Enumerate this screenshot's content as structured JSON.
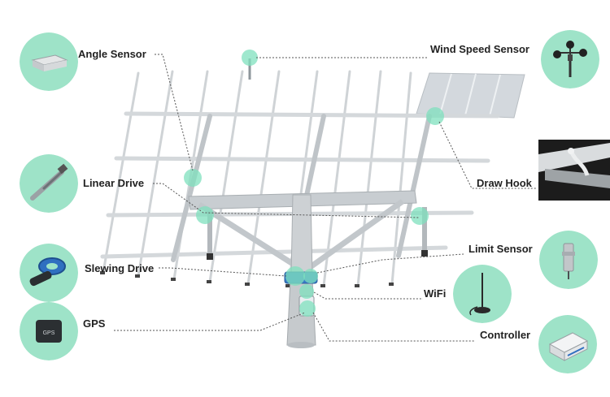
{
  "labels": {
    "angle_sensor": "Angle Sensor",
    "wind_speed_sensor": "Wind Speed Sensor",
    "linear_drive": "Linear Drive",
    "draw_hook": "Draw Hook",
    "slewing_drive": "Slewing Drive",
    "limit_sensor": "Limit Sensor",
    "wifi": "WiFi",
    "gps": "GPS",
    "controller": "Controller"
  },
  "gps_device_text": "GPS",
  "colors": {
    "bubble": "#9ee3c8",
    "highlight": "#7fe0bd",
    "structure": "#c9cdd0",
    "structure_dark": "#9aa0a4",
    "leader": "#555555",
    "panel": "#d5dadf"
  },
  "icons": {
    "angle_sensor": "angle-sensor-device-icon",
    "wind_speed_sensor": "anemometer-icon",
    "linear_drive": "linear-actuator-icon",
    "draw_hook": "draw-hook-photo",
    "slewing_drive": "slewing-drive-icon",
    "limit_sensor": "limit-sensor-icon",
    "wifi": "wifi-antenna-icon",
    "gps": "gps-module-icon",
    "controller": "controller-box-icon"
  }
}
